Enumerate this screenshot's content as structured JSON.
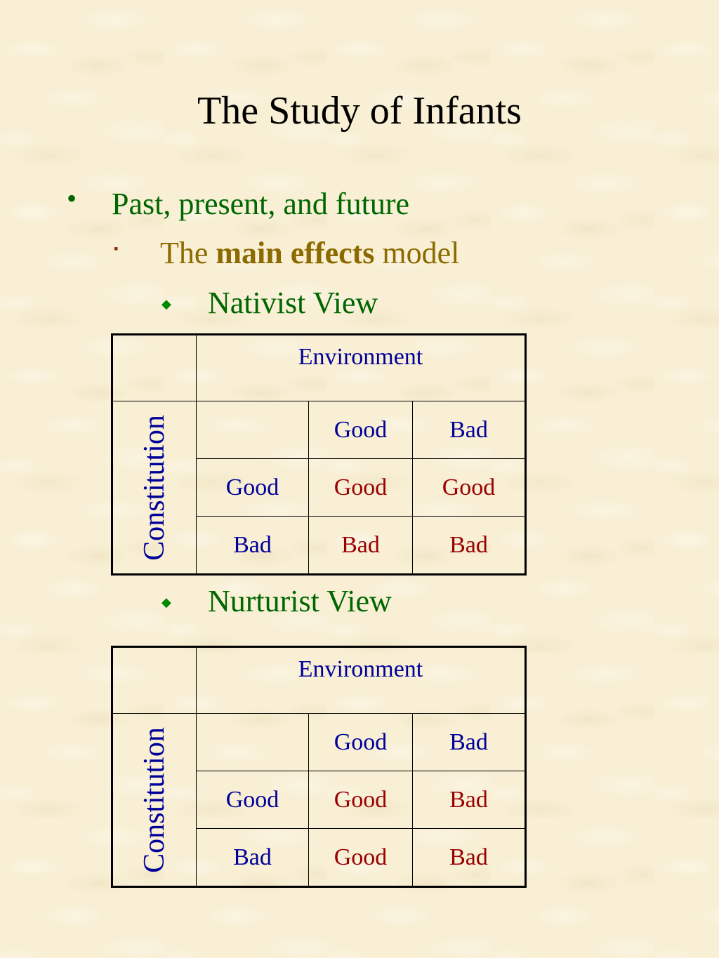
{
  "slide": {
    "title": "The Study of Infants"
  },
  "outline": {
    "level1": {
      "bullet": "•",
      "text": "Past, present, and future"
    },
    "level2": {
      "bullet": "▪",
      "text_before": "The ",
      "text_bold": "main effects",
      "text_after": " model"
    },
    "views": [
      {
        "bullet": "◆",
        "label": "Nativist View"
      },
      {
        "bullet": "◆",
        "label": "Nurturist View"
      }
    ]
  },
  "tables": [
    {
      "column_header": "Environment",
      "row_header": "Constitution",
      "columns": [
        "Good",
        "Bad"
      ],
      "rows": [
        {
          "label": "Good",
          "cells": [
            "Good",
            "Good"
          ]
        },
        {
          "label": "Bad",
          "cells": [
            "Bad",
            "Bad"
          ]
        }
      ]
    },
    {
      "column_header": "Environment",
      "row_header": "Constitution",
      "columns": [
        "Good",
        "Bad"
      ],
      "rows": [
        {
          "label": "Good",
          "cells": [
            "Good",
            "Bad"
          ]
        },
        {
          "label": "Bad",
          "cells": [
            "Good",
            "Bad"
          ]
        }
      ]
    }
  ],
  "colors": {
    "background": "#f8efd4",
    "title": "#000000",
    "level1_text": "#006600",
    "level2_text": "#8c6a00",
    "level2_bullet": "#8b2a00",
    "level3_bullet": "#008800",
    "table_labels": "#000099",
    "table_outcomes": "#990000"
  }
}
